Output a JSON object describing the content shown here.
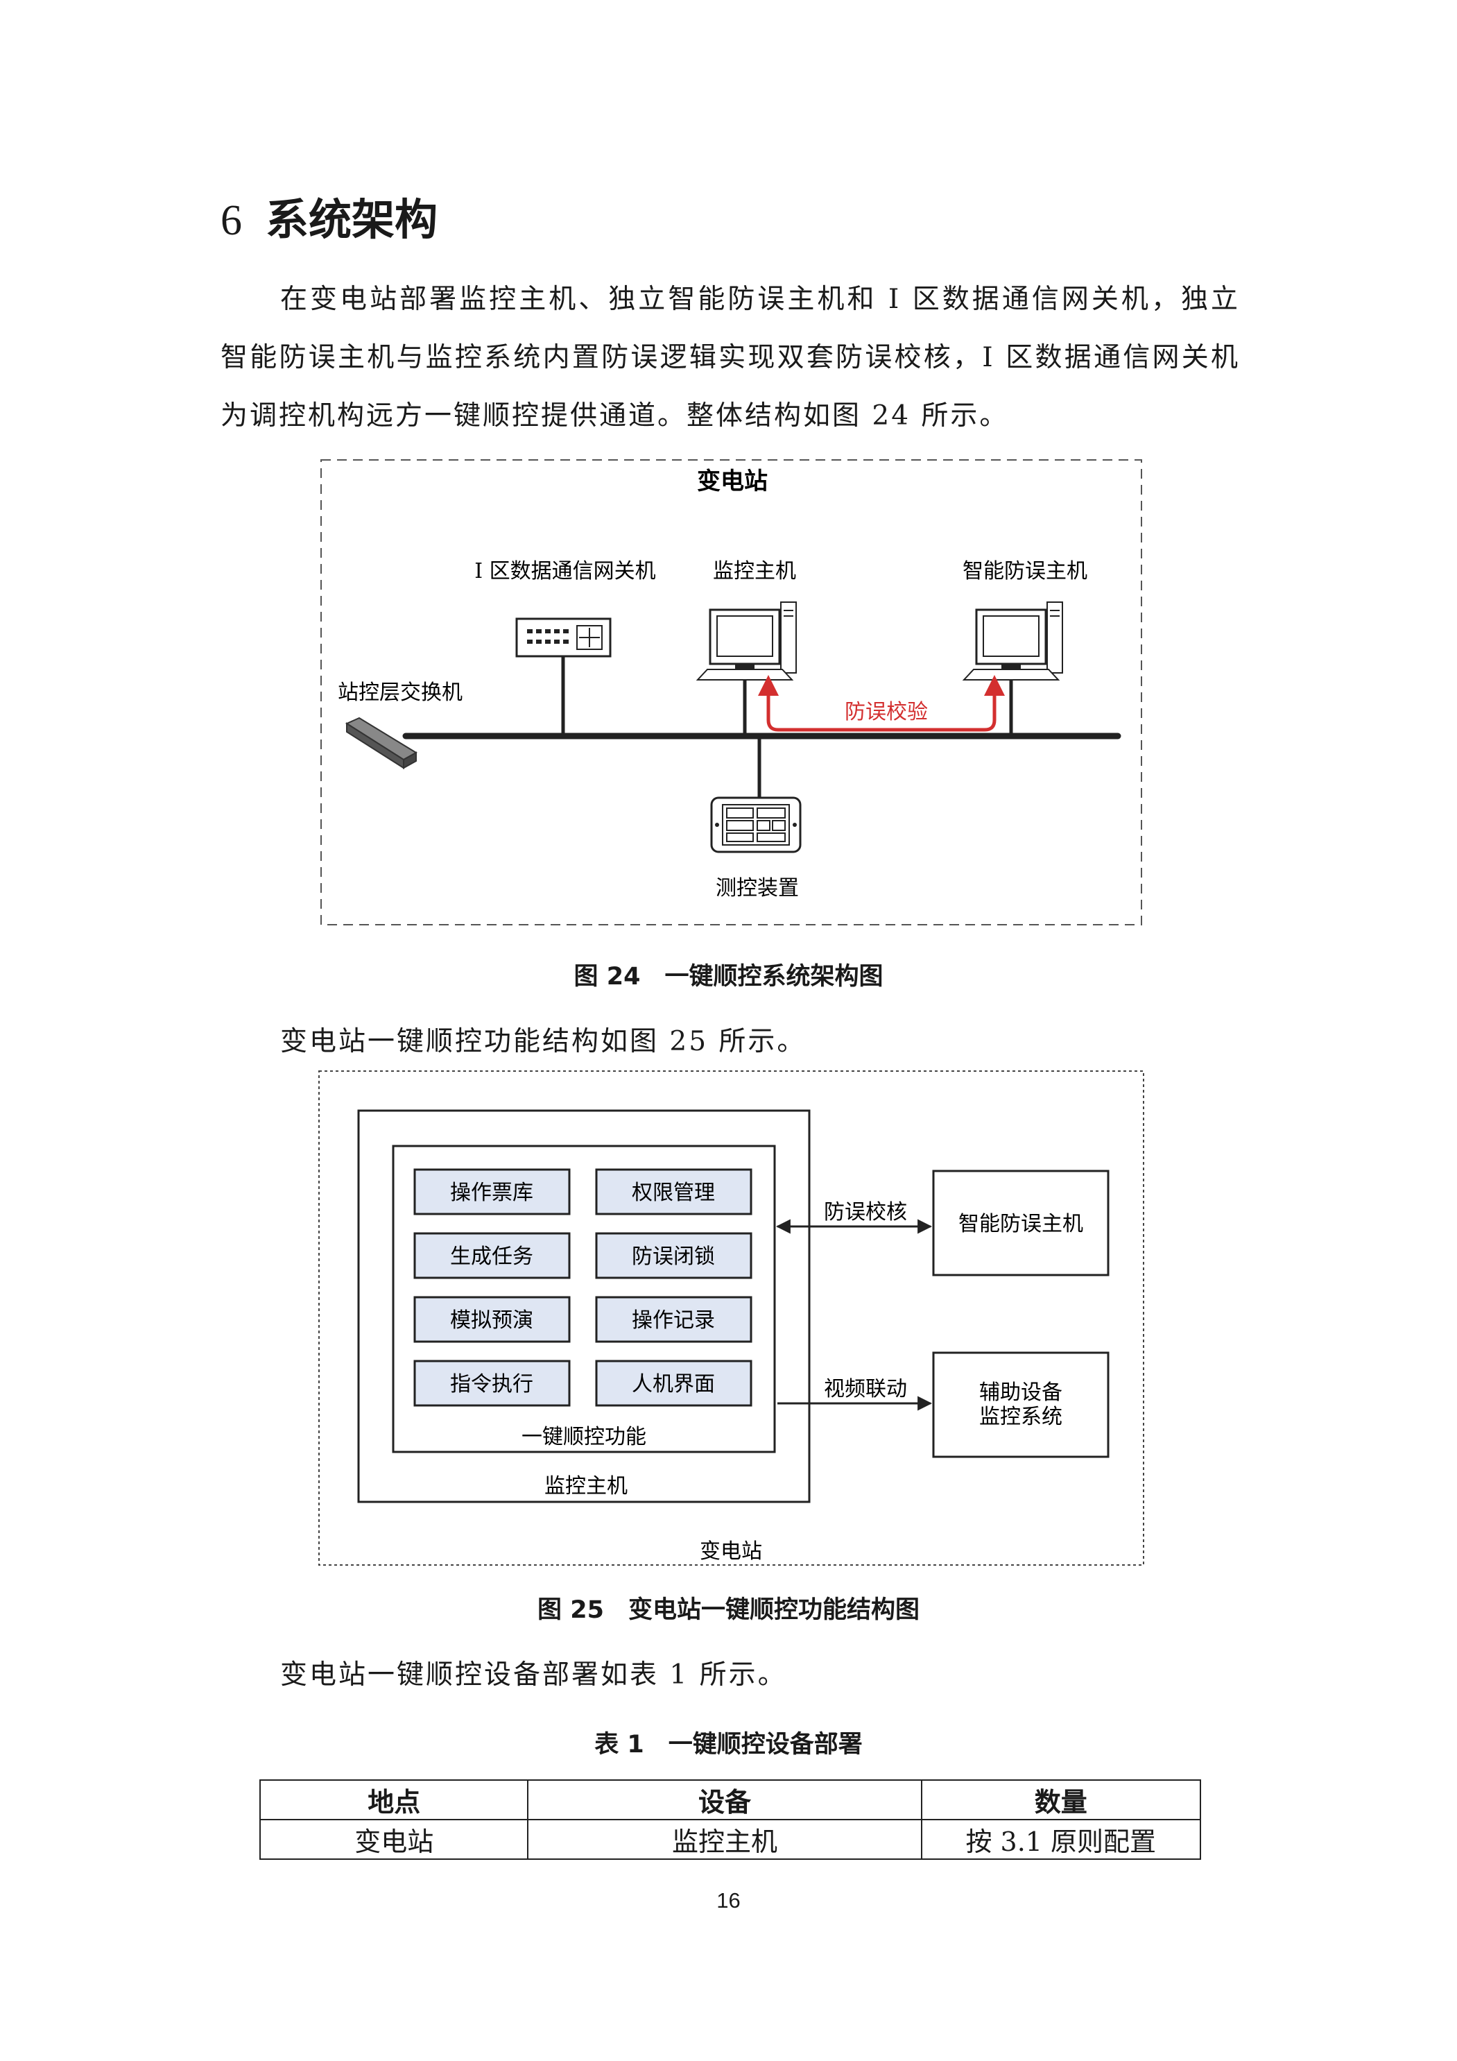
{
  "section": {
    "number": "6",
    "title": "系统架构"
  },
  "paragraphs": {
    "intro": "在变电站部署监控主机、独立智能防误主机和 I 区数据通信网关机，独立智能防误主机与监控系统内置防误逻辑实现双套防误校核，I 区数据通信网关机为调控机构远方一键顺控提供通道。整体结构如图 24 所示。",
    "fig25_ref": "变电站一键顺控功能结构如图 25 所示。",
    "table_ref": "变电站一键顺控设备部署如表 1 所示。"
  },
  "figure24": {
    "caption": "图 24　一键顺控系统架构图",
    "station_label": "变电站",
    "gateway_label": "I 区数据通信网关机",
    "monitor_label": "监控主机",
    "antimis_label": "智能防误主机",
    "switch_label": "站控层交换机",
    "check_label": "防误校验",
    "measure_label": "测控装置",
    "check_color": "#d32f2f"
  },
  "figure25": {
    "caption": "图 25　变电站一键顺控功能结构图",
    "functions": [
      "操作票库",
      "权限管理",
      "生成任务",
      "防误闭锁",
      "模拟预演",
      "操作记录",
      "指令执行",
      "人机界面"
    ],
    "function_group_label": "一键顺控功能",
    "monitor_label": "监控主机",
    "station_label": "变电站",
    "check_link_label": "防误校核",
    "video_link_label": "视频联动",
    "antimis_label": "智能防误主机",
    "aux_label_line1": "辅助设备",
    "aux_label_line2": "监控系统",
    "function_fill": "#dfe6f3"
  },
  "table1": {
    "caption": "表 1　一键顺控设备部署",
    "headers": [
      "地点",
      "设备",
      "数量"
    ],
    "rows": [
      [
        "变电站",
        "监控主机",
        "按 3.1 原则配置"
      ]
    ]
  },
  "page_number": "16"
}
